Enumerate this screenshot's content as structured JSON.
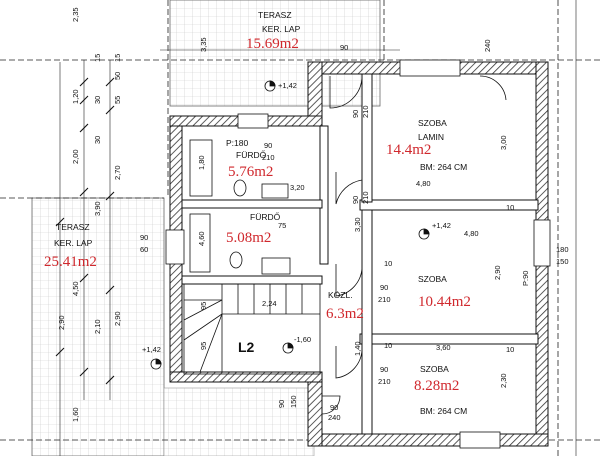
{
  "rooms": {
    "terasz_top": {
      "name": "TERASZ",
      "sub": "KER. LAP",
      "area": "15.69m2"
    },
    "terasz_left": {
      "name": "TERASZ",
      "sub": "KER. LAP",
      "area": "25.41m2"
    },
    "szoba1": {
      "name": "SZOBA",
      "sub": "LAMIN",
      "area": "14.4m2",
      "height": "BM: 264 CM"
    },
    "furdo1": {
      "name": "FÜRDŐ",
      "area": "5.76m2",
      "note": "P:180"
    },
    "furdo2": {
      "name": "FÜRDŐ",
      "area": "5.08m2"
    },
    "szoba2": {
      "name": "SZOBA",
      "area": "10.44m2"
    },
    "kozl": {
      "name": "KÖZL.",
      "area": "6.3m2"
    },
    "szoba3": {
      "name": "SZOBA",
      "area": "8.28m2",
      "height": "BM: 264 CM"
    }
  },
  "levels": {
    "l1": "+1,42",
    "l2": "+1,42",
    "l3": "+1,42",
    "l4": "-1,60",
    "stair": "L2"
  },
  "dims": {
    "d_235": "2,35",
    "d_335": "3,35",
    "d_90a": "90",
    "d_240": "240",
    "d_120": "1,20",
    "d_200": "2,00",
    "d_270": "2,70",
    "d_390": "3,90",
    "d_450": "4,50",
    "d_210": "2,10",
    "d_290": "2,90",
    "d_160": "1,60",
    "d_90_60": "90",
    "d_60": "60",
    "d_90_210_a": "90",
    "d_210_a": "210",
    "d_90_210_b": "90",
    "d_210_b": "210",
    "d_90_210_c": "90",
    "d_210_c": "210",
    "d_90_210_d": "90",
    "d_210_d": "210",
    "d_90_210_e": "90",
    "d_210_e": "210",
    "d_75_210": "75",
    "d_300": "3,00",
    "d_480a": "4,80",
    "d_480b": "4,80",
    "d_290r": "2,90",
    "d_p90": "P:90",
    "d_180": "180",
    "d_150": "150",
    "d_360": "3,60",
    "d_230": "2,30",
    "d_224": "2,24",
    "d_140": "1,40",
    "d_320": "3,20",
    "d_330": "3,30",
    "d_180v": "1,80",
    "d_460": "4,60",
    "d_10a": "10",
    "d_10b": "10",
    "d_10c": "10",
    "d_10d": "10",
    "d_30a": "30",
    "d_30b": "30",
    "d_55": "55",
    "d_50": "50",
    "d_15a": "15",
    "d_15b": "15",
    "d_95a": "95",
    "d_95b": "95",
    "d_290b": "2,90",
    "d_240b": "240",
    "d_150b": "150",
    "d_90b": "90",
    "d_90c": "90"
  }
}
